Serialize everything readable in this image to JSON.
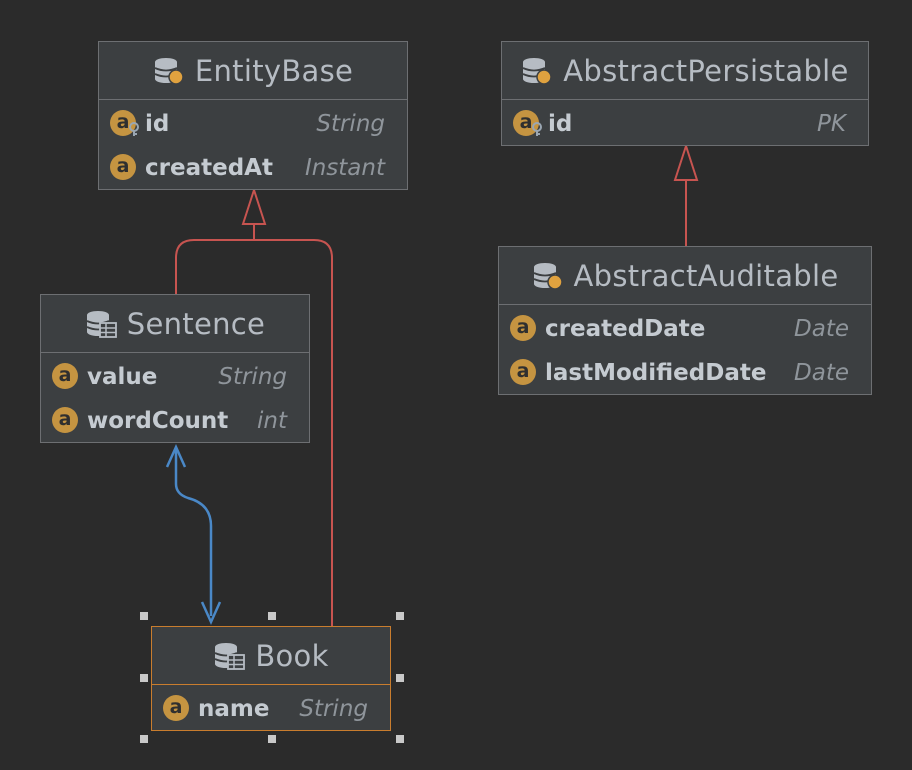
{
  "diagram": {
    "entities": [
      {
        "name": "EntityBase",
        "icon": "entity-base-icon",
        "fields": [
          {
            "name": "id",
            "type": "String",
            "is_key": true
          },
          {
            "name": "createdAt",
            "type": "Instant",
            "is_key": false
          }
        ]
      },
      {
        "name": "AbstractPersistable",
        "icon": "entity-base-icon",
        "fields": [
          {
            "name": "id",
            "type": "PK",
            "is_key": true
          }
        ]
      },
      {
        "name": "Sentence",
        "icon": "entity-table-icon",
        "fields": [
          {
            "name": "value",
            "type": "String",
            "is_key": false
          },
          {
            "name": "wordCount",
            "type": "int",
            "is_key": false
          }
        ]
      },
      {
        "name": "AbstractAuditable",
        "icon": "entity-base-icon",
        "fields": [
          {
            "name": "createdDate",
            "type": "Date",
            "is_key": false
          },
          {
            "name": "lastModifiedDate",
            "type": "Date",
            "is_key": false
          }
        ]
      },
      {
        "name": "Book",
        "icon": "entity-table-icon",
        "selected": true,
        "fields": [
          {
            "name": "name",
            "type": "String",
            "is_key": false
          }
        ]
      }
    ],
    "field_badge_letter": "a",
    "relations": [
      {
        "from": "Sentence",
        "to": "EntityBase",
        "kind": "inheritance"
      },
      {
        "from": "Book",
        "to": "EntityBase",
        "kind": "inheritance"
      },
      {
        "from": "AbstractAuditable",
        "to": "AbstractPersistable",
        "kind": "inheritance"
      },
      {
        "from": "Sentence",
        "to": "Book",
        "kind": "bidirectional-association"
      }
    ],
    "colors": {
      "background": "#2b2b2b",
      "entity_fill": "#3c3f41",
      "entity_border": "#6d6f72",
      "selected_border": "#c97d2e",
      "inheritance_line": "#c75450",
      "association_line": "#4a88c7",
      "field_badge": "#c59441"
    }
  }
}
